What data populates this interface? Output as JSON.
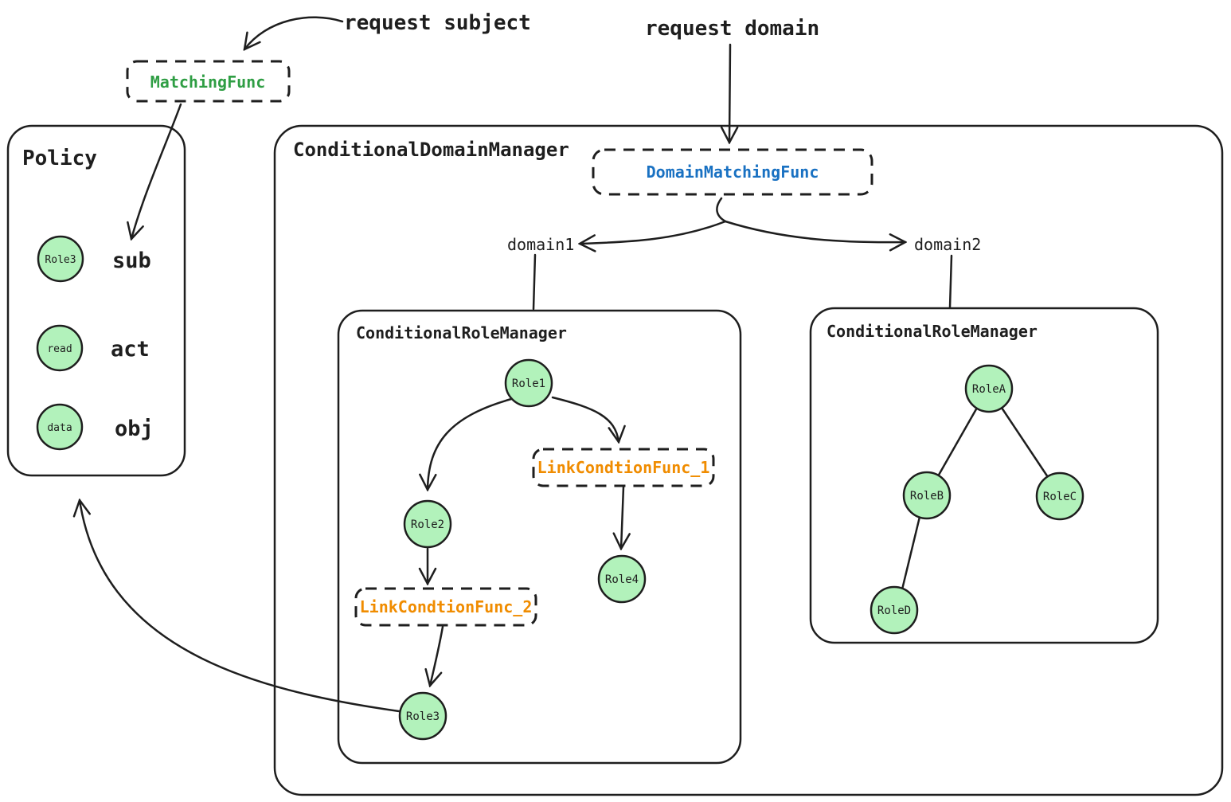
{
  "colors": {
    "stroke": "#1e1e1e",
    "node_fill": "#b2f2bb",
    "matching_green": "#2f9e44",
    "domain_blue": "#1971c2",
    "link_orange": "#f08c00"
  },
  "annotations": {
    "request_subject": "request subject",
    "request_domain": "request domain"
  },
  "matching_func": "MatchingFunc",
  "policy": {
    "title": "Policy",
    "rows": [
      {
        "node": "Role3",
        "label": "sub"
      },
      {
        "node": "read",
        "label": "act"
      },
      {
        "node": "data",
        "label": "obj"
      }
    ]
  },
  "domain_manager": {
    "title": "ConditionalDomainManager",
    "domain_matching_func": "DomainMatchingFunc",
    "domain1": "domain1",
    "domain2": "domain2"
  },
  "role_manager1": {
    "title": "ConditionalRoleManager",
    "role1": "Role1",
    "role2": "Role2",
    "role3": "Role3",
    "role4": "Role4",
    "link_func1": "LinkCondtionFunc_1",
    "link_func2": "LinkCondtionFunc_2"
  },
  "role_manager2": {
    "title": "ConditionalRoleManager",
    "roleA": "RoleA",
    "roleB": "RoleB",
    "roleC": "RoleC",
    "roleD": "RoleD"
  }
}
